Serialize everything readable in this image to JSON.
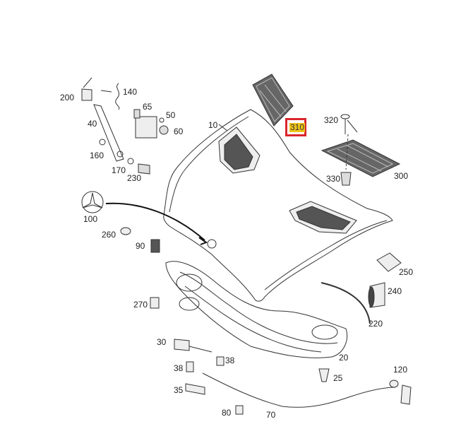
{
  "highlight": {
    "label": "310",
    "color": "#d9262c",
    "fill": "#f0c419"
  },
  "parts": [
    {
      "id": "p200",
      "label": "200"
    },
    {
      "id": "p140",
      "label": "140"
    },
    {
      "id": "p65",
      "label": "65"
    },
    {
      "id": "p50",
      "label": "50"
    },
    {
      "id": "p60",
      "label": "60"
    },
    {
      "id": "p40",
      "label": "40"
    },
    {
      "id": "p10",
      "label": "10"
    },
    {
      "id": "p160",
      "label": "160"
    },
    {
      "id": "p170",
      "label": "170"
    },
    {
      "id": "p230",
      "label": "230"
    },
    {
      "id": "p320",
      "label": "320"
    },
    {
      "id": "p330",
      "label": "330"
    },
    {
      "id": "p300",
      "label": "300"
    },
    {
      "id": "p100",
      "label": "100"
    },
    {
      "id": "p260",
      "label": "260"
    },
    {
      "id": "p90",
      "label": "90"
    },
    {
      "id": "p250",
      "label": "250"
    },
    {
      "id": "p240",
      "label": "240"
    },
    {
      "id": "p270",
      "label": "270"
    },
    {
      "id": "p220",
      "label": "220"
    },
    {
      "id": "p30",
      "label": "30"
    },
    {
      "id": "p38a",
      "label": "38"
    },
    {
      "id": "p38b",
      "label": "38"
    },
    {
      "id": "p20",
      "label": "20"
    },
    {
      "id": "p25",
      "label": "25"
    },
    {
      "id": "p120",
      "label": "120"
    },
    {
      "id": "p35",
      "label": "35"
    },
    {
      "id": "p80",
      "label": "80"
    },
    {
      "id": "p70",
      "label": "70"
    }
  ]
}
